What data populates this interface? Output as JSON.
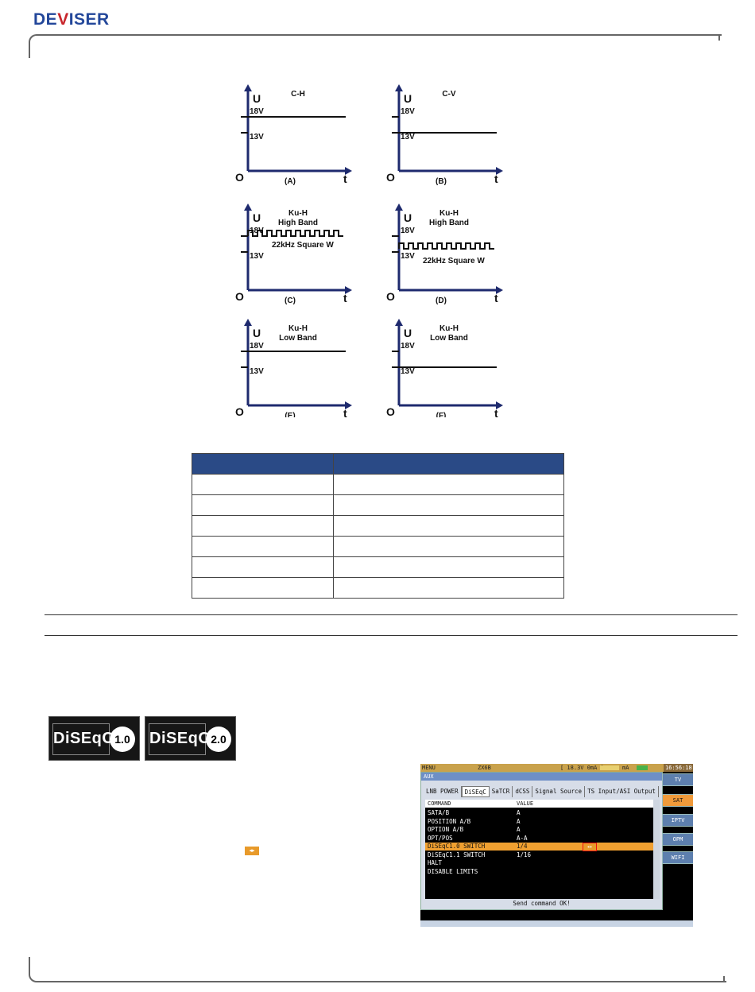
{
  "header": {
    "logo_text_a": "DE",
    "logo_text_b": "V",
    "logo_text_c": "ISER"
  },
  "diagrams": [
    {
      "id": "A",
      "title_1": "C-H",
      "title_2": "",
      "caption": "(A)",
      "label_u": "U",
      "label_o": "O",
      "label_t": "t",
      "label_18": "18V",
      "label_13": "13V",
      "note": ""
    },
    {
      "id": "B",
      "title_1": "C-V",
      "title_2": "",
      "caption": "(B)",
      "label_u": "U",
      "label_o": "O",
      "label_t": "t",
      "label_18": "18V",
      "label_13": "13V",
      "note": ""
    },
    {
      "id": "C",
      "title_1": "Ku-H",
      "title_2": "High Band",
      "caption": "(C)",
      "label_u": "U",
      "label_o": "O",
      "label_t": "t",
      "label_18": "18V",
      "label_13": "13V",
      "note": "22kHz Square W"
    },
    {
      "id": "D",
      "title_1": "Ku-H",
      "title_2": "High Band",
      "caption": "(D)",
      "label_u": "U",
      "label_o": "O",
      "label_t": "t",
      "label_18": "18V",
      "label_13": "13V",
      "note": "22kHz Square W"
    },
    {
      "id": "E",
      "title_1": "Ku-H",
      "title_2": "Low Band",
      "caption": "(E)",
      "label_u": "U",
      "label_o": "O",
      "label_t": "t",
      "label_18": "18V",
      "label_13": "13V",
      "note": ""
    },
    {
      "id": "F",
      "title_1": "Ku-H",
      "title_2": "Low Band",
      "caption": "(F)",
      "label_u": "U",
      "label_o": "O",
      "label_t": "t",
      "label_18": "18V",
      "label_13": "13V",
      "note": ""
    }
  ],
  "diseqc_logos": [
    {
      "text": "DiSEqC",
      "version": "1.0"
    },
    {
      "text": "DiSEqC",
      "version": "2.0"
    }
  ],
  "inline_icon": "left-right-arrow-icon",
  "device": {
    "menu": "MENU",
    "level": "ZX6B",
    "voltage": "[ 18.3V 0mA ]",
    "ma": "mA",
    "time": "16:56:18",
    "window_title": "AUX",
    "tabs": [
      "LNB POWER",
      "DiSEqC",
      "SaTCR",
      "dCSS",
      "Signal Source",
      "TS Input/ASI Output"
    ],
    "selected_tab": 1,
    "col_command": "COMMAND",
    "col_value": "VALUE",
    "rows": [
      {
        "cmd": "SATA/B",
        "val": "A"
      },
      {
        "cmd": "POSITION A/B",
        "val": "A"
      },
      {
        "cmd": "OPTION A/B",
        "val": "A"
      },
      {
        "cmd": "OPT/POS",
        "val": "A-A"
      },
      {
        "cmd": "DiSEqC1.0 SWITCH",
        "val": "1/4"
      },
      {
        "cmd": "DiSEqC1.1 SWITCH",
        "val": "1/16"
      },
      {
        "cmd": "HALT",
        "val": ""
      },
      {
        "cmd": "DISABLE LIMITS",
        "val": ""
      }
    ],
    "selected_row": 4,
    "status": "Send command OK!",
    "side_buttons": [
      "TV",
      "SAT",
      "IPTV",
      "OPM",
      "WIFI"
    ],
    "selected_side": 1
  }
}
